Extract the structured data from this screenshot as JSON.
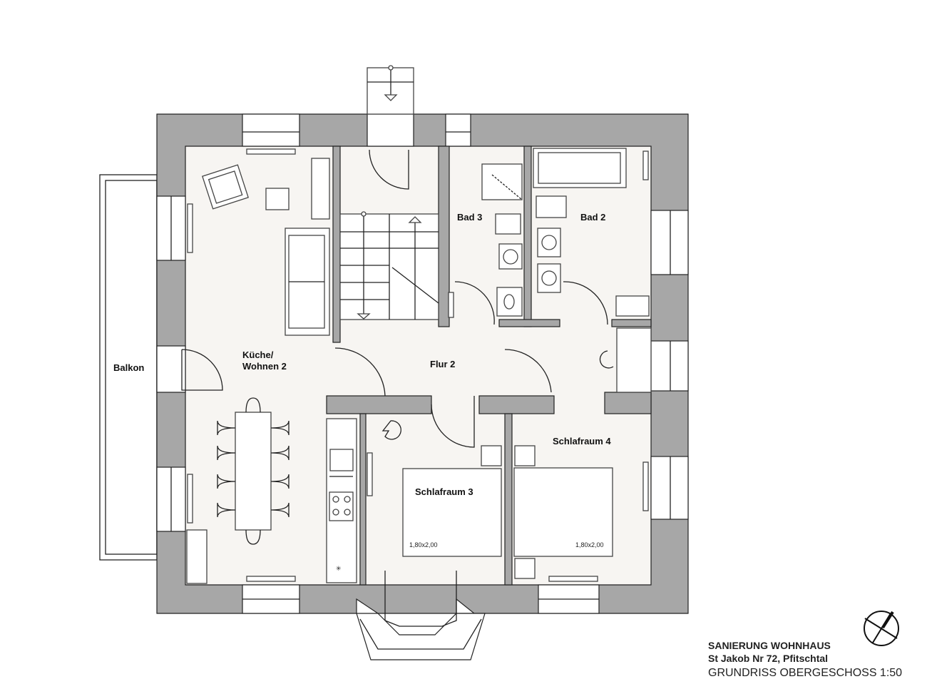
{
  "rooms": {
    "balkon": "Balkon",
    "kueche_line1": "Küche/",
    "kueche_line2": "Wohnen 2",
    "flur": "Flur 2",
    "bad3": "Bad 3",
    "bad2": "Bad 2",
    "schlafraum3": "Schlafraum 3",
    "schlafraum4": "Schlafraum 4"
  },
  "beds": {
    "bed3_size": "1,80x2,00",
    "bed4_size": "1,80x2,00"
  },
  "title_block": {
    "project": "SANIERUNG WOHNHAUS",
    "address": "St Jakob Nr 72, Pfitschtal",
    "drawing": "GRUNDRISS OBERGESCHOSS 1:50"
  },
  "colors": {
    "wall": "#a7a7a7",
    "floor": "#f7f5f2"
  }
}
